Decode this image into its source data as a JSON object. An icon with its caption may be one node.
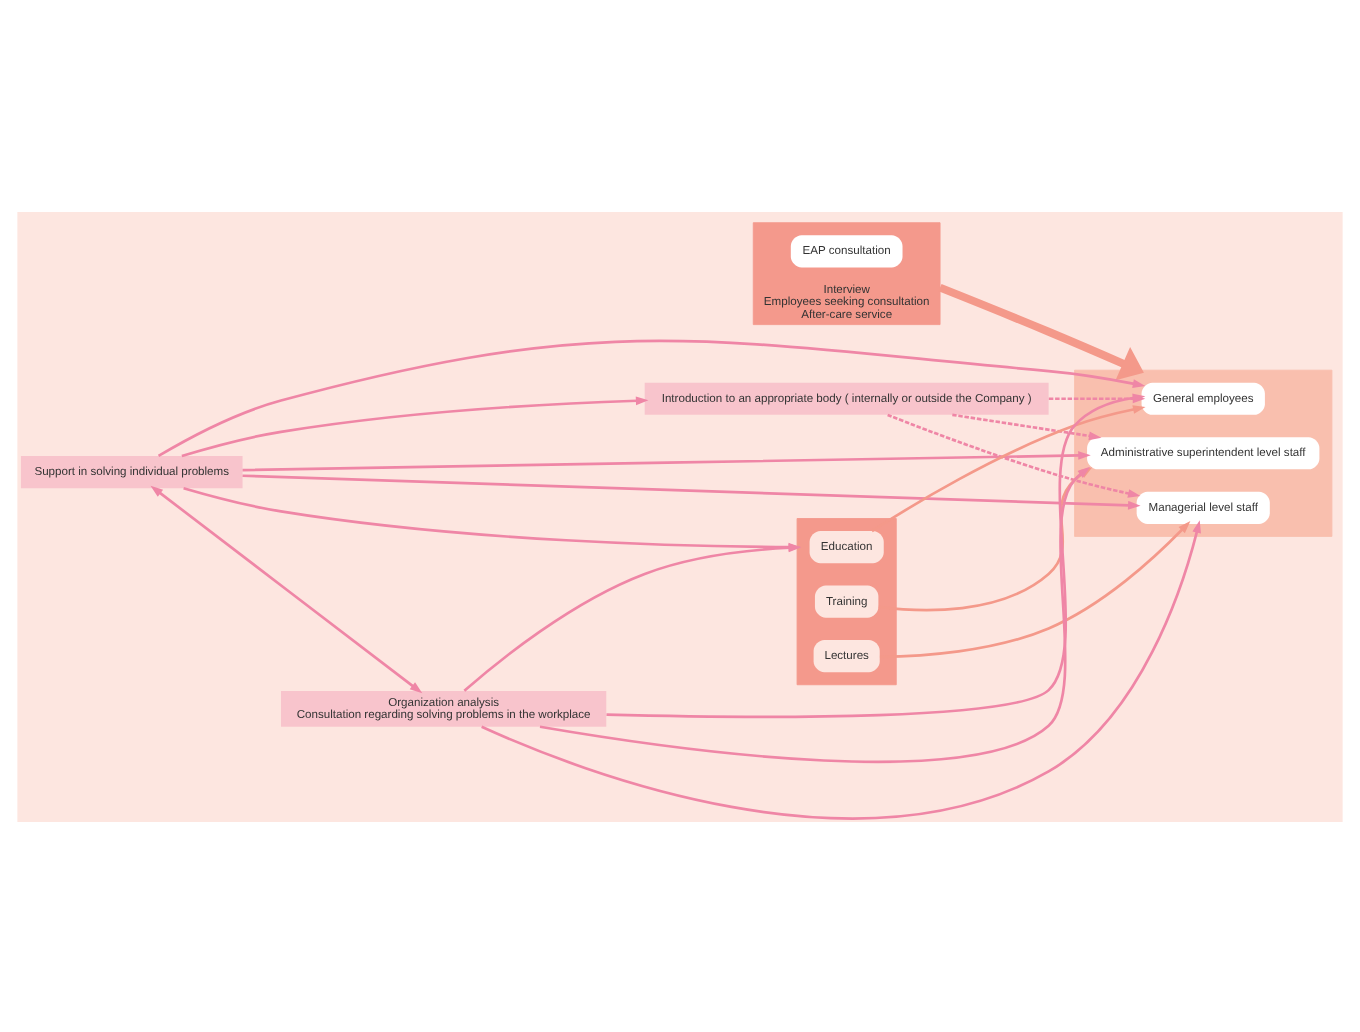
{
  "diagram": {
    "nodes": [
      {
        "text": [
          "Interview",
          "Employees seeking consultation",
          "After-care service"
        ]
      },
      {
        "text": [
          "EAP consultation"
        ],
        "in": 0
      },
      {
        "text": [
          "Support in solving individual problems"
        ]
      },
      {
        "text": [
          "Introduction to an appropriate body ( internally or outside the Company )"
        ]
      },
      {
        "text": [],
        "shape": "box"
      },
      {
        "text": [
          "General employees"
        ],
        "in": 4
      },
      {
        "text": [
          "Administrative superintendent level staff"
        ],
        "in": 4
      },
      {
        "text": [
          "Managerial level staff"
        ],
        "in": 4
      },
      {
        "text": [],
        "shape": "box"
      },
      {
        "text": [
          "Education"
        ],
        "in": 8
      },
      {
        "text": [
          "Training"
        ],
        "in": 8
      },
      {
        "text": [
          "Lectures"
        ],
        "in": 8
      },
      {
        "text": [
          "Organization analysis",
          "Consultation regarding solving problems in the workplace"
        ]
      }
    ],
    "edges": [
      {
        "from": 0,
        "to": 4,
        "arrow": "to",
        "style": "thick",
        "color": "#f4998a"
      },
      {
        "from": 2,
        "to": 12,
        "arrow": "both"
      },
      {
        "from": 2,
        "to": 3,
        "arrow": "to"
      },
      {
        "from": 2,
        "to": 8,
        "arrow": "to"
      },
      {
        "from": 2,
        "to": 5,
        "arrow": "to"
      },
      {
        "from": 2,
        "to": 6,
        "arrow": "to"
      },
      {
        "from": 2,
        "to": 7,
        "arrow": "to"
      },
      {
        "from": 12,
        "to": 5,
        "arrow": "to"
      },
      {
        "from": 12,
        "to": 6,
        "arrow": "to"
      },
      {
        "from": 12,
        "to": 7,
        "arrow": "to"
      },
      {
        "from": 12,
        "to": 8,
        "arrow": "to"
      },
      {
        "from": 3,
        "to": 5,
        "arrow": "to",
        "style": "dashed"
      },
      {
        "from": 3,
        "to": 6,
        "arrow": "to",
        "style": "dashed"
      },
      {
        "from": 3,
        "to": 7,
        "arrow": "to",
        "style": "dashed"
      },
      {
        "from": 9,
        "to": 5,
        "arrow": "to",
        "color": "#f4998a"
      },
      {
        "from": 10,
        "to": 6,
        "arrow": "to",
        "color": "#f4998a"
      },
      {
        "from": 11,
        "to": 7,
        "arrow": "to",
        "color": "#f4998a"
      }
    ]
  }
}
